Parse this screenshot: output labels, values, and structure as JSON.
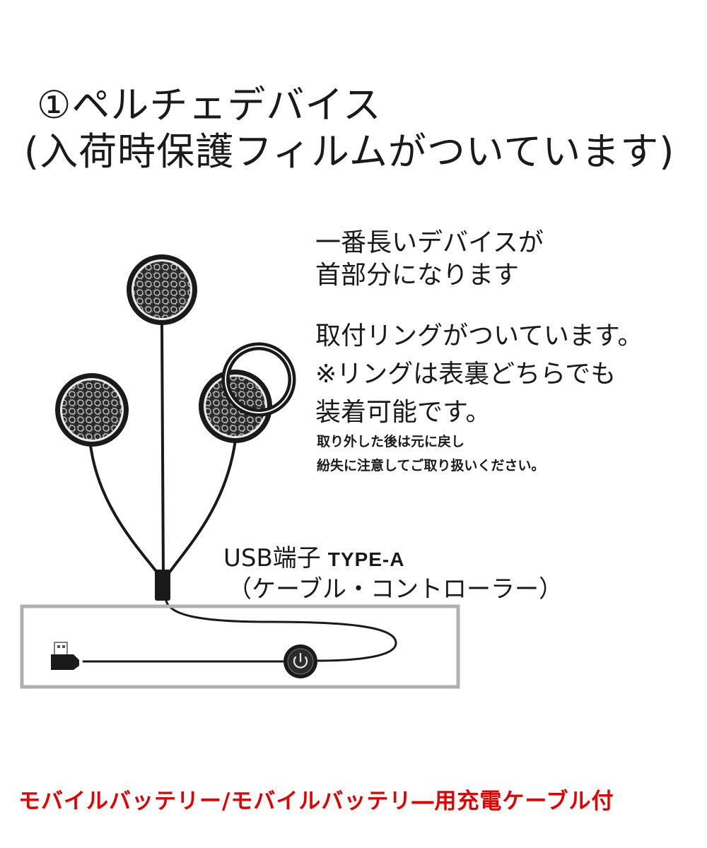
{
  "heading": {
    "line1": "①ペルチェデバイス",
    "line2": "(入荷時保護フィルムがついています)"
  },
  "description": {
    "line1": "一番長いデバイスが",
    "line2": "首部分になります",
    "line3": "取付リングがついています。",
    "line4": "※リングは表裏どちらでも",
    "line5": "装着可能です。",
    "note1": "取り外した後は元に戻し",
    "note2": "紛失に注意してご取り扱いください。"
  },
  "usb": {
    "label": "USB端子",
    "type": "TYPE-A",
    "cable_note": "（ケーブル・コントローラー）"
  },
  "footer": {
    "text": "モバイルバッテリー/モバイルバッテリ―用充電ケーブル付"
  },
  "colors": {
    "footer_text": "#e30000",
    "device": "#1a1a1a",
    "frame": "#b0b0b0"
  },
  "icons": [
    "power-icon",
    "usb-plug-icon"
  ]
}
